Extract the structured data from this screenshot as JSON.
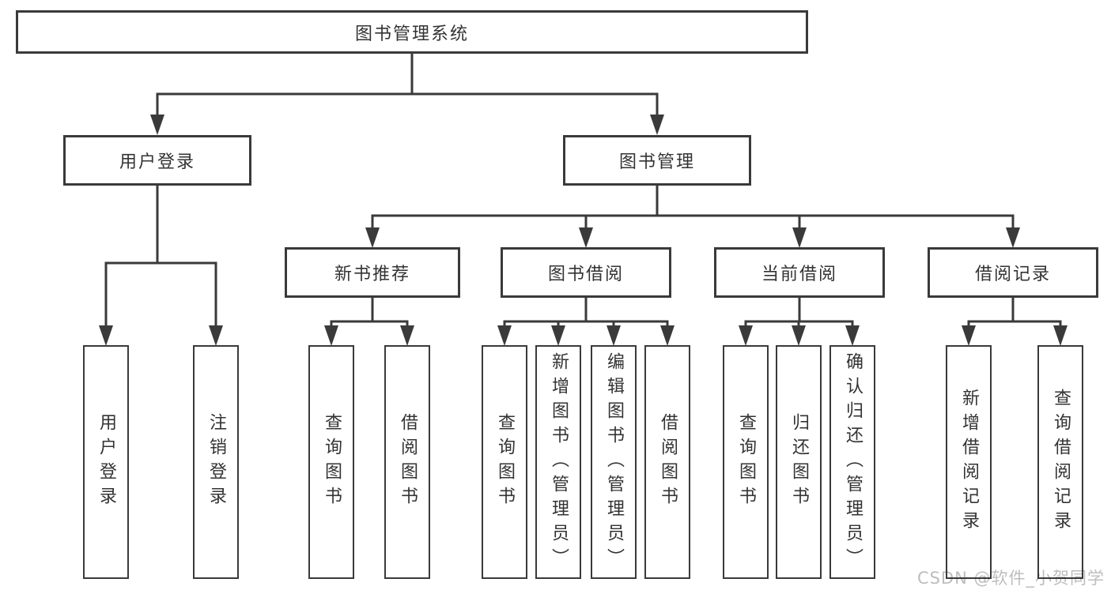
{
  "diagram": {
    "title": "图书管理系统",
    "nodes": {
      "root": {
        "label": "图书管理系统"
      },
      "l2": [
        {
          "label": "用户登录",
          "parent": "图书管理系统"
        },
        {
          "label": "图书管理",
          "parent": "图书管理系统"
        }
      ],
      "l3": [
        {
          "label": "新书推荐",
          "parent": "图书管理"
        },
        {
          "label": "图书借阅",
          "parent": "图书管理"
        },
        {
          "label": "当前借阅",
          "parent": "图书管理"
        },
        {
          "label": "借阅记录",
          "parent": "图书管理"
        }
      ],
      "l4": [
        {
          "label": "用户登录",
          "parent": "用户登录"
        },
        {
          "label": "注销登录",
          "parent": "用户登录"
        },
        {
          "label": "查询图书",
          "parent": "新书推荐"
        },
        {
          "label": "借阅图书",
          "parent": "新书推荐"
        },
        {
          "label": "查询图书",
          "parent": "图书借阅"
        },
        {
          "label": "新增图书（管理员）",
          "parent": "图书借阅"
        },
        {
          "label": "编辑图书（管理员）",
          "parent": "图书借阅"
        },
        {
          "label": "借阅图书",
          "parent": "图书借阅"
        },
        {
          "label": "查询图书",
          "parent": "当前借阅"
        },
        {
          "label": "归还图书",
          "parent": "当前借阅"
        },
        {
          "label": "确认归还（管理员）",
          "parent": "当前借阅"
        },
        {
          "label": "新增借阅记录",
          "parent": "借阅记录"
        },
        {
          "label": "查询借阅记录",
          "parent": "借阅记录"
        }
      ]
    },
    "colors": {
      "line": "#3a3a3a",
      "box_border": "#3a3a3a",
      "box_background": "#ffffff",
      "text": "#333333",
      "watermark": "#b5b5b5"
    }
  },
  "watermark": {
    "text": "CSDN @软件_小贺同学"
  }
}
